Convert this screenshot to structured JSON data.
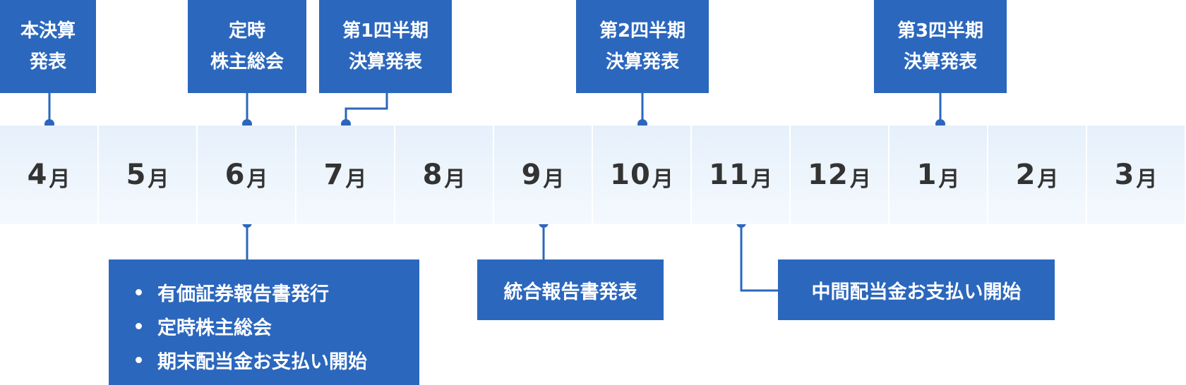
{
  "colors": {
    "accent": "#2b67bd",
    "month_bg": "#eaf3fc",
    "month_text": "#333333"
  },
  "months": [
    {
      "num": "4",
      "unit": "月"
    },
    {
      "num": "5",
      "unit": "月"
    },
    {
      "num": "6",
      "unit": "月"
    },
    {
      "num": "7",
      "unit": "月"
    },
    {
      "num": "8",
      "unit": "月"
    },
    {
      "num": "9",
      "unit": "月"
    },
    {
      "num": "10",
      "unit": "月"
    },
    {
      "num": "11",
      "unit": "月"
    },
    {
      "num": "12",
      "unit": "月"
    },
    {
      "num": "1",
      "unit": "月"
    },
    {
      "num": "2",
      "unit": "月"
    },
    {
      "num": "3",
      "unit": "月"
    }
  ],
  "events_top": [
    {
      "month": "4月",
      "lines": [
        "本決算",
        "発表"
      ]
    },
    {
      "month": "6月",
      "lines": [
        "定時",
        "株主総会"
      ]
    },
    {
      "month": "7月",
      "lines": [
        "第1四半期",
        "決算発表"
      ]
    },
    {
      "month": "10月",
      "lines": [
        "第2四半期",
        "決算発表"
      ]
    },
    {
      "month": "1月",
      "lines": [
        "第3四半期",
        "決算発表"
      ]
    }
  ],
  "events_bottom": {
    "june": {
      "month": "6月",
      "items": [
        "有価証券報告書発行",
        "定時株主総会",
        "期末配当金お支払い開始"
      ]
    },
    "september": {
      "month": "9月",
      "label": "統合報告書発表"
    },
    "november": {
      "month": "11月",
      "label": "中間配当金お支払い開始"
    }
  }
}
